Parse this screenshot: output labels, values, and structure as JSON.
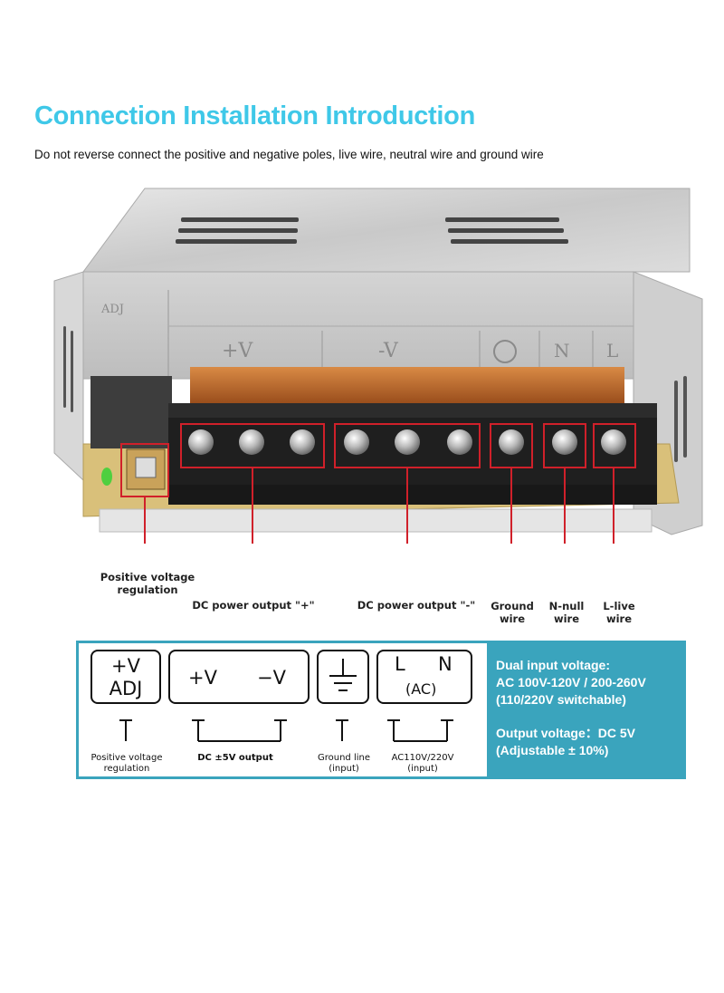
{
  "title": "Connection Installation Introduction",
  "subtitle": "Do not reverse connect the positive and negative poles, live wire, neutral wire and ground wire",
  "photo": {
    "label_adj": "ADJ",
    "label_pv": "+V",
    "label_nv": "-V",
    "label_n": "N",
    "label_l": "L"
  },
  "callouts": {
    "positive_voltage_regulation": "Positive voltage regulation",
    "dc_output_plus": "DC power output \"+\"",
    "dc_output_minus": "DC power output \"-\"",
    "ground_wire": "Ground wire",
    "n_null_wire": "N-null wire",
    "l_live_wire": "L-live wire"
  },
  "diagram": {
    "adj_box_top": "+V",
    "adj_box_bottom": "ADJ",
    "dc_plus": "+V",
    "dc_minus": "−V",
    "ac_l": "L",
    "ac_n": "N",
    "ac_label": "(AC)",
    "cap_positive_top": "Positive voltage",
    "cap_positive_bottom": "regulation",
    "cap_dc": "DC ±5V output",
    "cap_ground_top": "Ground line",
    "cap_ground_bottom": "(input)",
    "cap_ac_top": "AC110V/220V",
    "cap_ac_bottom": "(input)"
  },
  "specs": {
    "line1": "Dual input voltage:",
    "line2": "AC 100V-120V / 200-260V",
    "line3": "(110/220V switchable)",
    "line4": "Output voltage：DC 5V",
    "line5": "(Adjustable ± 10%)"
  },
  "colors": {
    "title": "#3fc8e8",
    "panel": "#3aa4bd",
    "callout_box": "#d0202a"
  }
}
